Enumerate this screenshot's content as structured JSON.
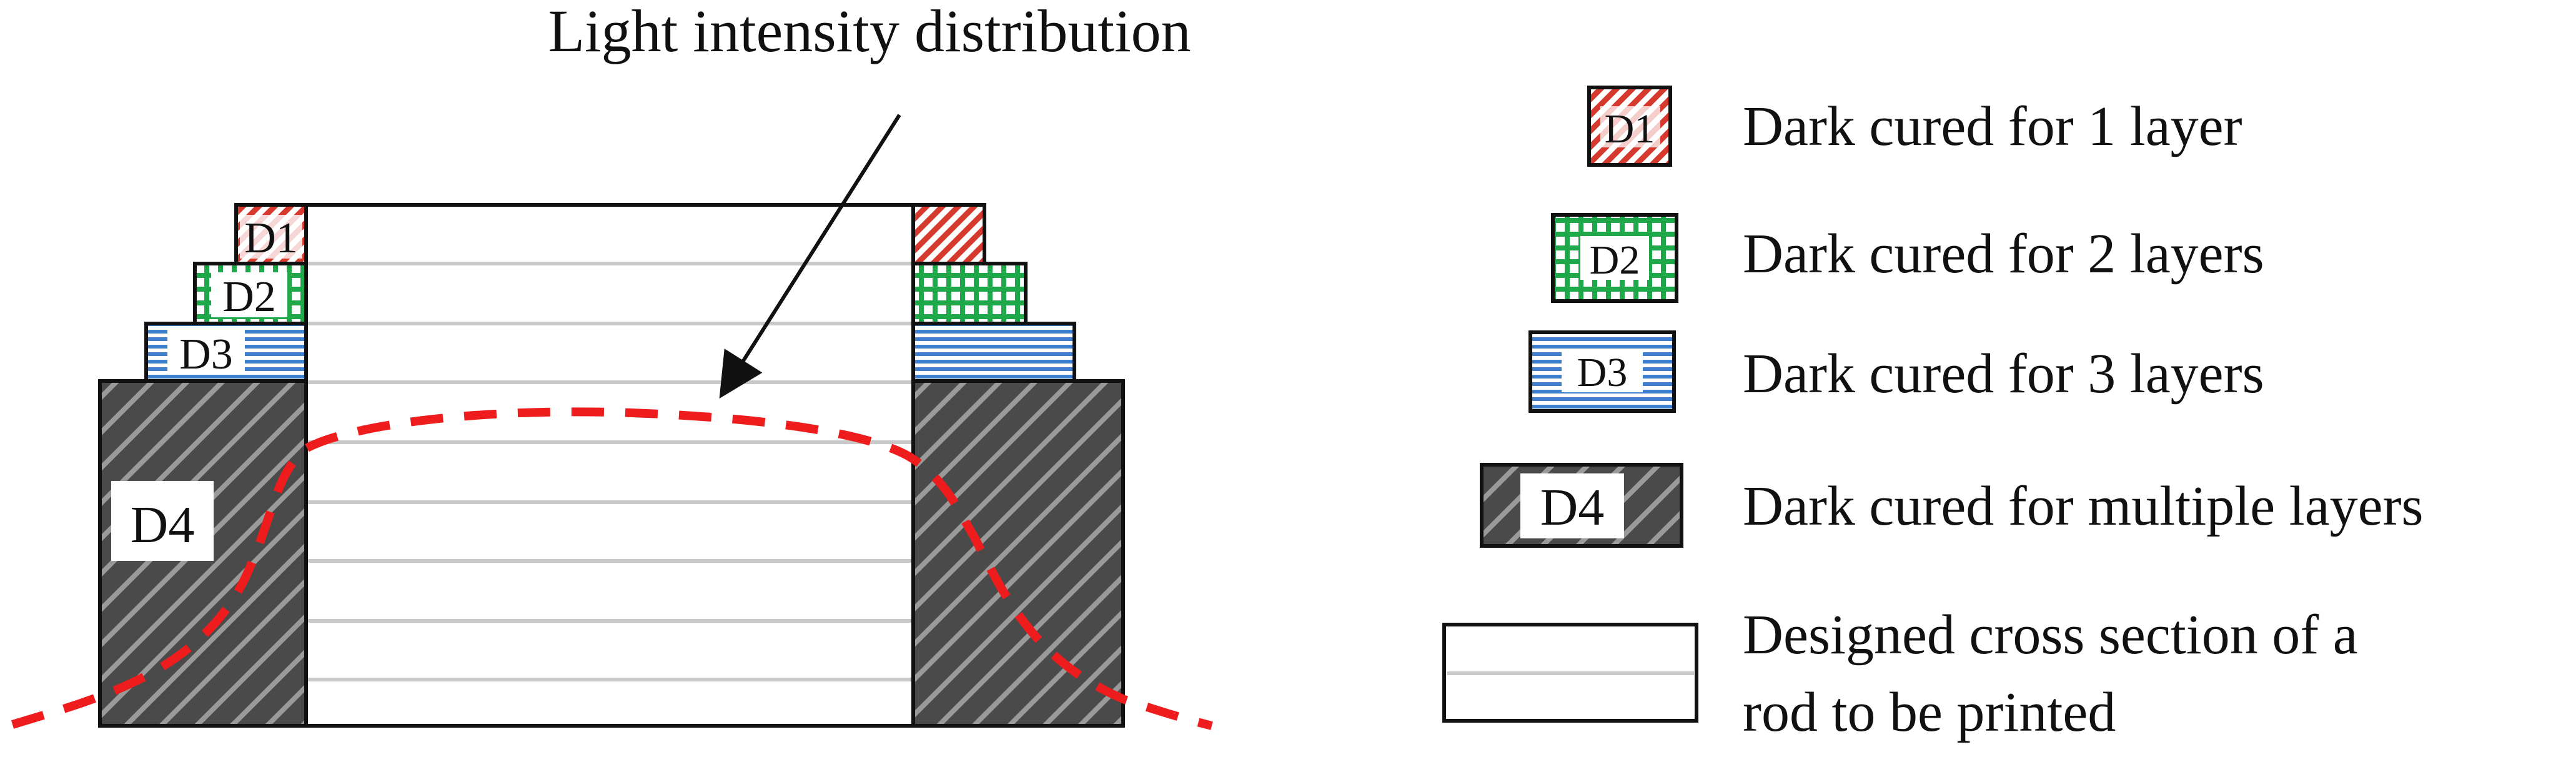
{
  "title": "Light intensity distribution",
  "blocks": {
    "d1": "D1",
    "d2": "D2",
    "d3": "D3",
    "d4": "D4"
  },
  "legend": {
    "d1_label": "Dark cured for 1 layer",
    "d2_label": "Dark cured for 2 layers",
    "d3_label": "Dark cured for 3 layers",
    "d4_label": "Dark cured for multiple layers",
    "designed_line1": "Designed cross section of a",
    "designed_line2": "rod to be printed"
  },
  "colors": {
    "d1": "#d63a2e",
    "d2": "#1fa84a",
    "d3": "#3f7fd0",
    "d4": "#4a4a4a",
    "curve": "#ee1c1c",
    "layer_line": "#c8c8c8",
    "outline": "#111111"
  }
}
